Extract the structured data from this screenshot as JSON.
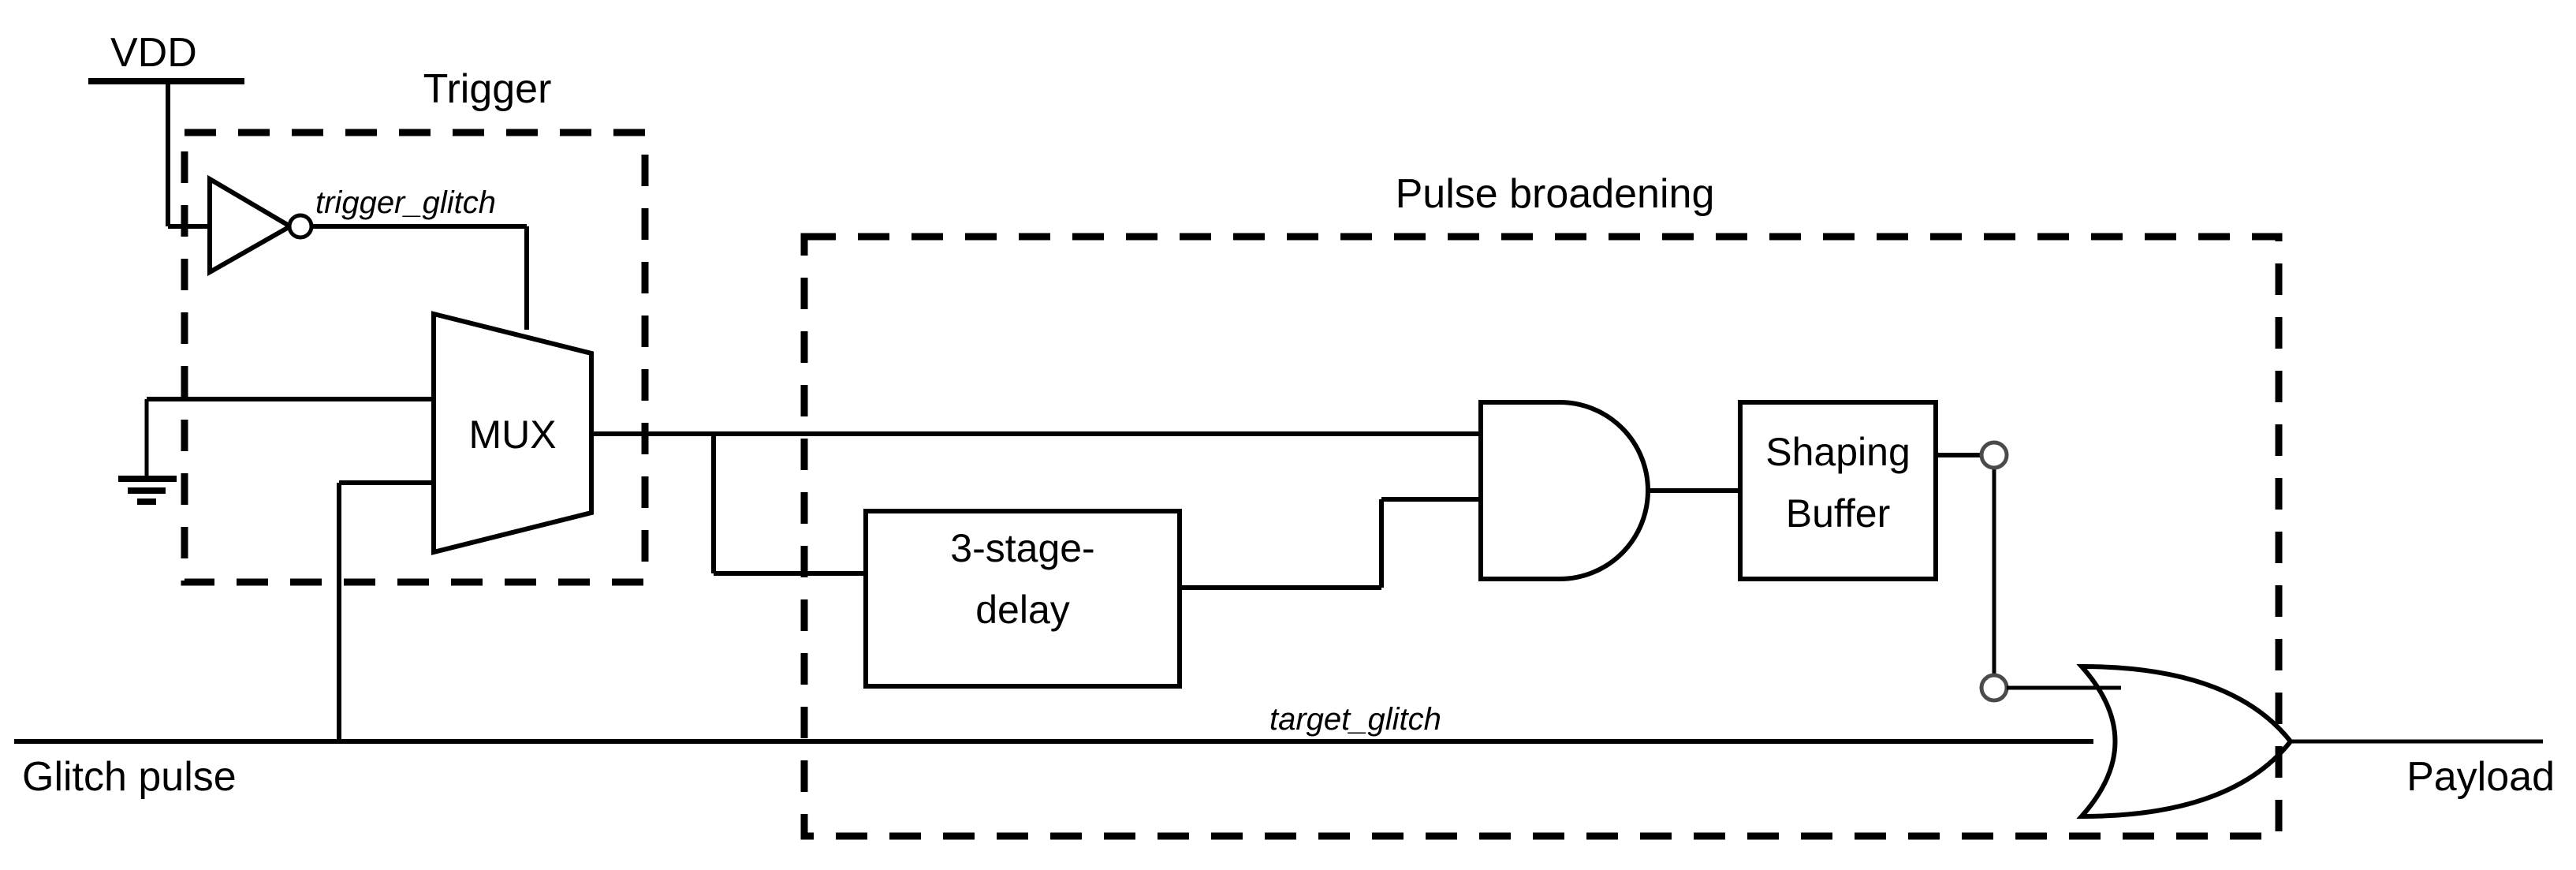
{
  "figure": {
    "type": "circuit-schematic",
    "title": "Glitch trigger and pulse broadening circuit"
  },
  "labels": {
    "vdd": "VDD",
    "trigger_group": "Trigger",
    "pulse_broadening_group": "Pulse broadening",
    "trigger_glitch_net": "trigger_glitch",
    "target_glitch_net": "target_glitch",
    "glitch_pulse_input": "Glitch pulse",
    "payload_output": "Payload"
  },
  "blocks": {
    "mux": "MUX",
    "delay_line1": "3-stage-",
    "delay_line2": "delay",
    "shaping_line1": "Shaping",
    "shaping_line2": "Buffer"
  },
  "gates": [
    {
      "name": "inverter",
      "symbol": "NOT",
      "has_bubble": true
    },
    {
      "name": "mux",
      "symbol": "MUX",
      "label": "MUX"
    },
    {
      "name": "and-gate",
      "symbol": "AND",
      "inputs": 2
    },
    {
      "name": "or-gate",
      "symbol": "OR",
      "inputs": 2
    }
  ],
  "nets": [
    {
      "name": "trigger_glitch",
      "from": "inverter",
      "to": "mux"
    },
    {
      "name": "target_glitch",
      "from": "glitch-pulse",
      "to": "or-gate"
    }
  ],
  "colors": {
    "stroke": "#000000",
    "background": "#ffffff",
    "node_ring": "#4a4a4a"
  }
}
